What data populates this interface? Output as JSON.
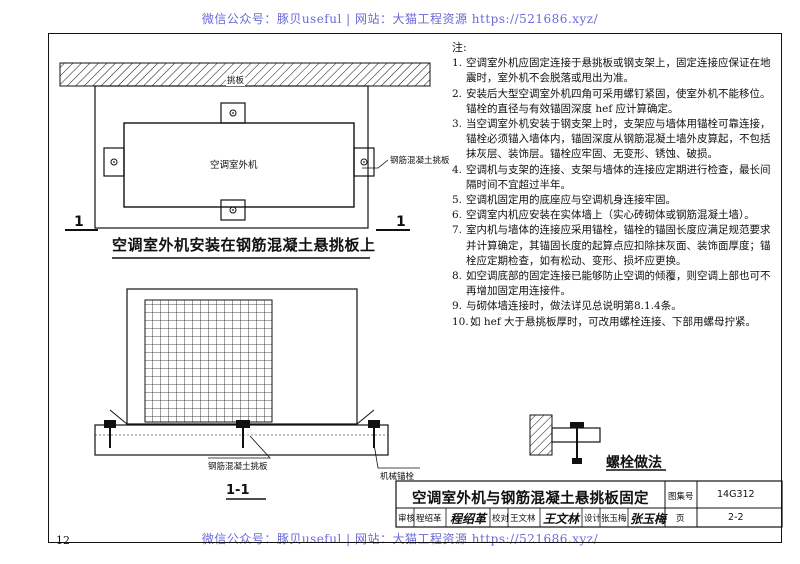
{
  "watermark": {
    "top": "微信公众号：豚贝useful  |  网站：大猫工程资源 https://521686.xyz/",
    "bottom": "微信公众号：豚贝useful  |  网站：大猫工程资源 https://521686.xyz/"
  },
  "plan_view": {
    "outdoor_unit_label": "空调室外机",
    "slab_label": "钢筋混凝土挑板",
    "top_slab_label": "挑板",
    "section_mark": "1",
    "title": "空调室外机安装在钢筋混凝土悬挑板上"
  },
  "section_view": {
    "slab_label": "钢筋混凝土挑板",
    "anchor_label": "机械锚栓",
    "title": "1-1"
  },
  "bolt_detail": {
    "title": "螺栓做法"
  },
  "notes": {
    "heading": "注:",
    "items": [
      {
        "num": "1.",
        "text": "空调室外机应固定连接于悬挑板或钢支架上，固定连接应保证在地震时，室外机不会脱落或甩出为准。"
      },
      {
        "num": "2.",
        "text": "安装后大型空调室外机四角可采用螺钉紧固，使室外机不能移位。锚栓的直径与有效锚固深度 hef 应计算确定。"
      },
      {
        "num": "3.",
        "text": "当空调室外机安装于钢支架上时，支架应与墙体用锚栓可靠连接，锚栓必须锚入墙体内，锚固深度从钢筋混凝土墙外皮算起，不包括抹灰层、装饰层。锚栓应牢固、无变形、锈蚀、破损。"
      },
      {
        "num": "4.",
        "text": "空调机与支架的连接、支架与墙体的连接应定期进行检查，最长间隔时间不宜超过半年。"
      },
      {
        "num": "5.",
        "text": "空调机固定用的底座应与空调机身连接牢固。"
      },
      {
        "num": "6.",
        "text": "空调室内机应安装在实体墙上（实心砖砌体或钢筋混凝土墙）。"
      },
      {
        "num": "7.",
        "text": "室内机与墙体的连接应采用锚栓，锚栓的锚固长度应满足规范要求并计算确定，其锚固长度的起算点应扣除抹灰面、装饰面厚度；锚栓应定期检查，如有松动、变形、损坏应更换。"
      },
      {
        "num": "8.",
        "text": "如空调底部的固定连接已能够防止空调的倾覆，则空调上部也可不再增加固定用连接件。"
      },
      {
        "num": "9.",
        "text": "与砌体墙连接时，做法详见总说明第8.1.4条。"
      },
      {
        "num": "10.",
        "text": "如 hef 大于悬挑板厚时，可改用螺栓连接、下部用螺母拧紧。"
      }
    ]
  },
  "title_block": {
    "main_title": "空调室外机与钢筋混凝土悬挑板固定",
    "atlas_label": "图集号",
    "atlas_no": "14G312",
    "review_label": "审核",
    "reviewer": "程绍革",
    "reviewer_sign": "程绍革",
    "check_label": "校对",
    "checker": "王文林",
    "checker_sign": "王文林",
    "design_label": "设计",
    "designer": "张玉梅",
    "designer_sign": "张玉梅",
    "page_label": "页",
    "page_no": "2-2"
  },
  "page_number": "12",
  "colors": {
    "ink": "#111111",
    "watermark": "#6a6ad8"
  }
}
